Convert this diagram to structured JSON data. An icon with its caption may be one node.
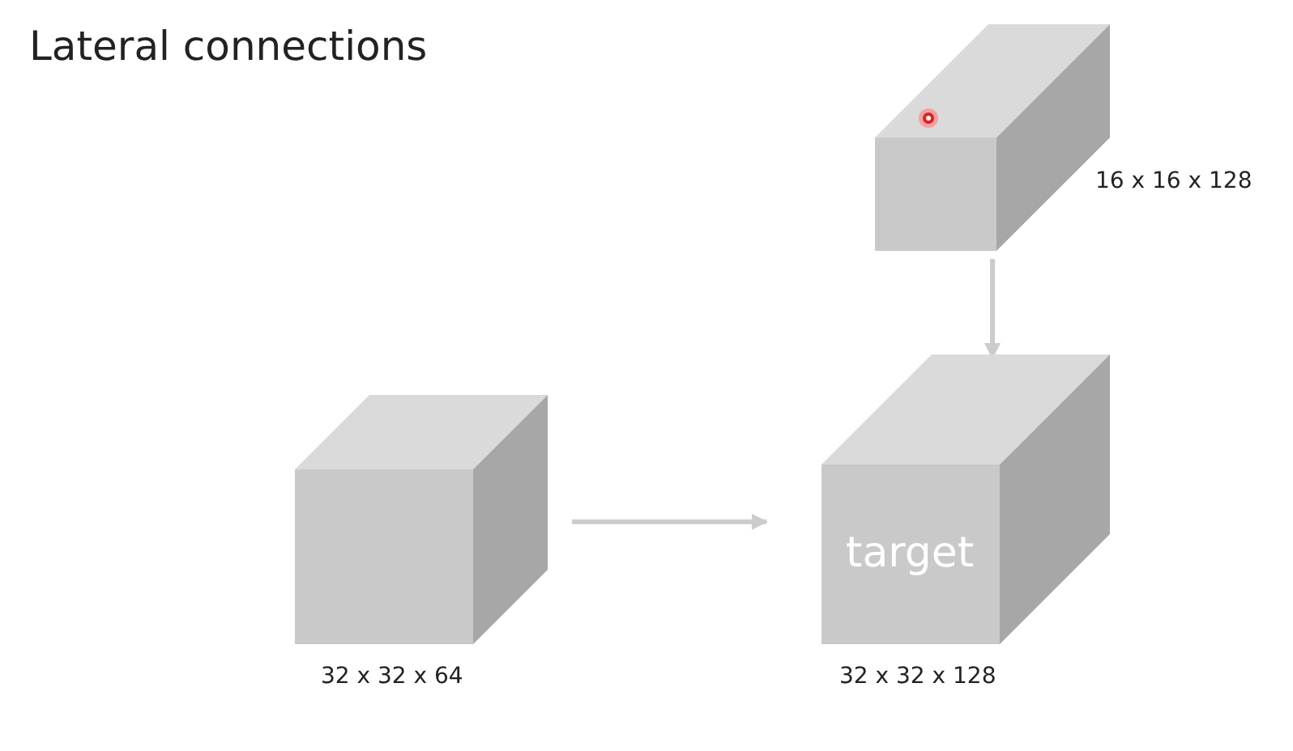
{
  "diagram": {
    "title": "Lateral connections",
    "nodes": [
      {
        "text": [],
        "shape": "box",
        "beside": [
          "16 x 16 x 128"
        ]
      },
      {
        "text": [],
        "shape": "box",
        "beside": [
          "32 x 32 x 64"
        ]
      },
      {
        "text": [
          "target"
        ],
        "beside": [
          "32 x 32 x 128"
        ]
      }
    ],
    "edges": [
      {
        "from": 0,
        "to": 2,
        "arrow": "to"
      },
      {
        "from": 1,
        "to": 2,
        "arrow": "to"
      }
    ]
  }
}
